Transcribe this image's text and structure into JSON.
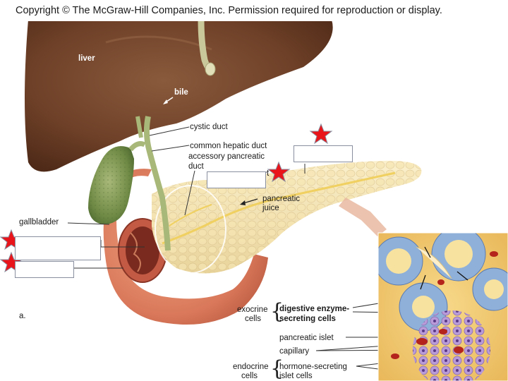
{
  "copyright": "Copyright © The McGraw-Hill Companies, Inc.  Permission required for reproduction or display.",
  "labels": {
    "liver": "liver",
    "bile": "bile",
    "cystic_duct": "cystic duct",
    "common_hepatic_duct": "common hepatic duct",
    "accessory_pancreatic_duct_1": "accessory pancreatic",
    "accessory_pancreatic_duct_2": "duct",
    "t_fragment": "t",
    "pancreatic_juice_1": "pancreatic",
    "pancreatic_juice_2": "juice",
    "gallbladder": "gallbladder",
    "panel_a": "a.",
    "exocrine_1": "exocrine",
    "exocrine_2": "cells",
    "digestive_1": "digestive enzyme-",
    "digestive_2": "secreting cells",
    "pancreatic_islet": "pancreatic islet",
    "capillary": "capillary",
    "endocrine_1": "endocrine",
    "endocrine_2": "cells",
    "hormone_1": "hormone-secreting",
    "hormone_2": "islet cells"
  },
  "marker_color": "#e8141a",
  "marker_icon": "star-icon"
}
